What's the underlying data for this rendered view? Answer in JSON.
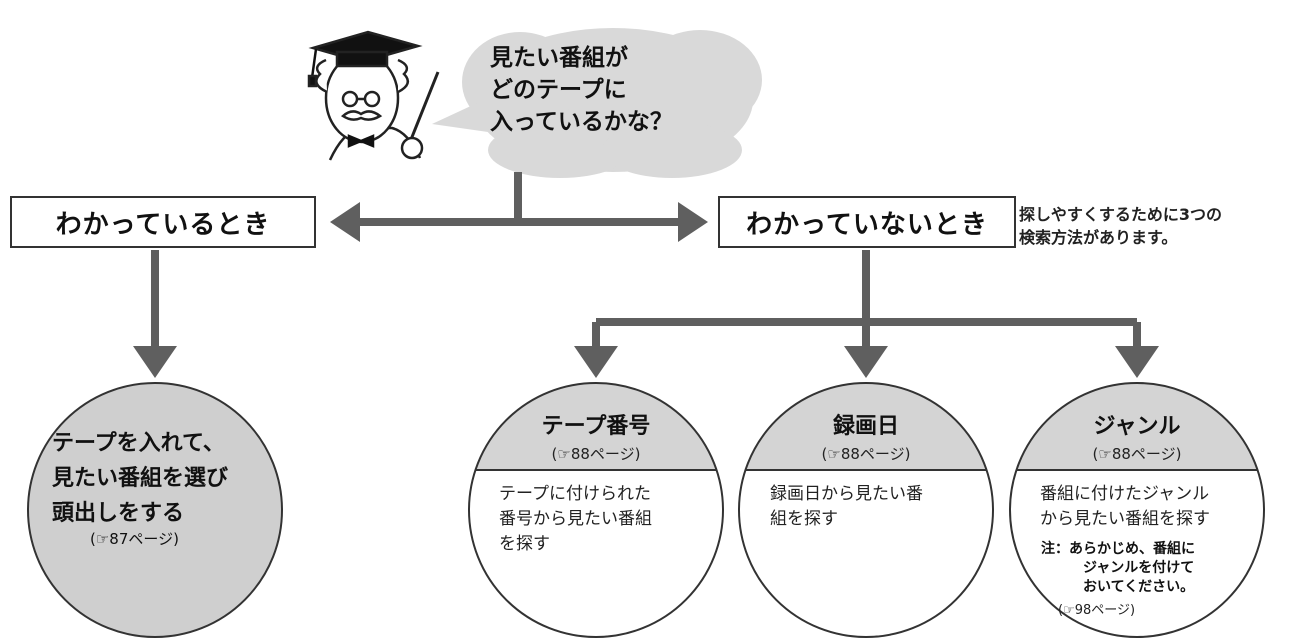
{
  "speech": {
    "line1": "見たい番組が",
    "line2": "どのテープに",
    "line3": "入っているかな？"
  },
  "branches": {
    "known": "わかっているとき",
    "unknown": "わかっていないとき",
    "unknown_note_line1": "探しやすくするために3つの",
    "unknown_note_line2": "検索方法があります。"
  },
  "known_result": {
    "line1": "テープを入れて、",
    "line2": "見たい番組を選び",
    "line3": "頭出しをする",
    "ref": "(☞87ページ)"
  },
  "methods": [
    {
      "title": "テープ番号",
      "ref": "(☞88ページ)",
      "line1": "テープに付けられた",
      "line2": "番号から見たい番組",
      "line3": "を探す"
    },
    {
      "title": "録画日",
      "ref": "(☞88ページ)",
      "line1": "録画日から見たい番",
      "line2": "組を探す"
    },
    {
      "title": "ジャンル",
      "ref": "(☞88ページ)",
      "line1": "番組に付けたジャンル",
      "line2": "から見たい番組を探す",
      "note_line1": "注：あらかじめ、番組に",
      "note_line2": "ジャンルを付けて",
      "note_line3": "おいてください。",
      "note_ref": "(☞98ページ)"
    }
  ],
  "colors": {
    "arrow": "#5f5f5f",
    "cloud": "#d9d9d9",
    "circle_fill": "#cfcfcf",
    "circle_header": "#d4d4d4",
    "outline": "#333333"
  }
}
